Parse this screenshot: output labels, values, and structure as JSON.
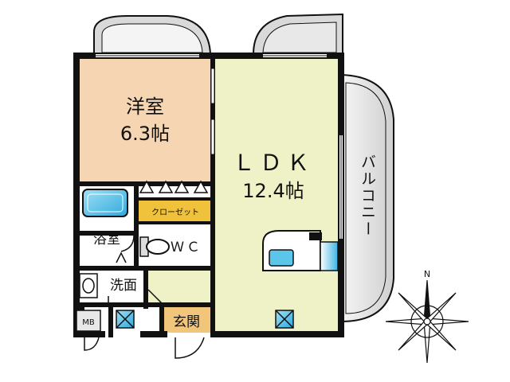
{
  "rooms": {
    "western": {
      "name": "洋室",
      "size": "6.3帖"
    },
    "ldk": {
      "name": "ＬＤＫ",
      "size": "12.4帖"
    },
    "closet": "クローゼット",
    "bath": "浴室",
    "wc": "ＷＣ",
    "washroom": "洗面",
    "entrance": "玄関",
    "mb": "MB"
  },
  "balcony": {
    "label": "バルコニー"
  },
  "compass": {
    "north": "N"
  },
  "colors": {
    "western_floor": "#f5d5b2",
    "ldk_floor": "#eff2c7",
    "closet_floor": "#f0c23c",
    "entrance_floor": "#f2c67a",
    "wall": "#111111",
    "fixture_blue": "#5bc6ea",
    "balcony": "#e6e6e6"
  }
}
